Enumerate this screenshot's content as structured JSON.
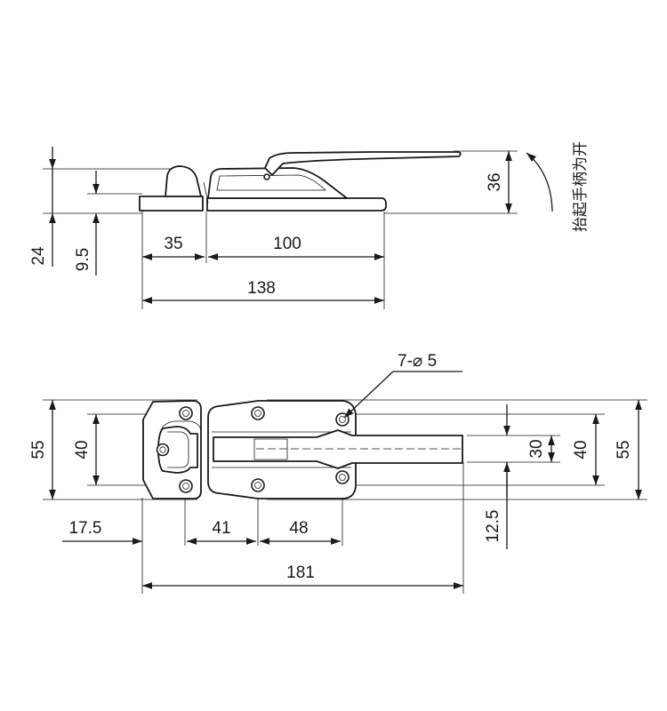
{
  "side_view": {
    "dims": {
      "overall_height": "24",
      "base_height": "9.5",
      "handle_height": "36",
      "left_part_length": "35",
      "right_part_length": "100",
      "total_length": "138"
    },
    "note": "抬起手柄为开"
  },
  "top_view": {
    "hole_callout": "7-⌀ 5",
    "dims": {
      "left_height_outer": "55",
      "left_height_inner": "40",
      "right_slot_width": "30",
      "right_height_inner": "40",
      "right_height_outer": "55",
      "left_offset": "17.5",
      "hole_spacing_a": "41",
      "hole_spacing_b": "48",
      "handle_offset": "12.5",
      "total_length": "181"
    }
  },
  "colors": {
    "line": "#1a1a1a",
    "background": "#ffffff"
  }
}
